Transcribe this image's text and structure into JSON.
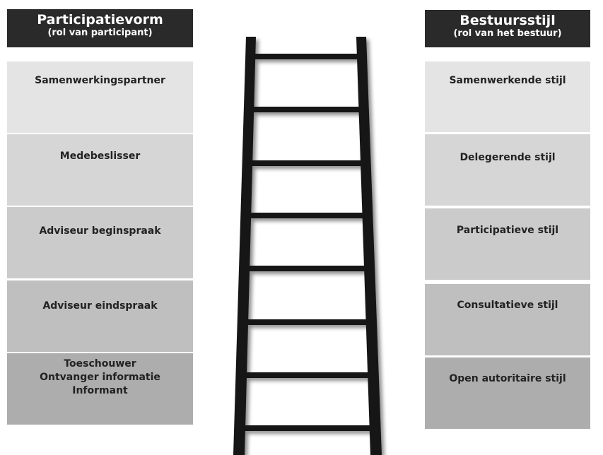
{
  "left_column": {
    "title": "Participatievorm",
    "subtitle": "(rol van participant)",
    "items": [
      {
        "lines": [
          "Samenwerkingspartner"
        ]
      },
      {
        "lines": [
          "Medebeslisser"
        ]
      },
      {
        "lines": [
          "Adviseur beginspraak"
        ]
      },
      {
        "lines": [
          "Adviseur eindspraak"
        ]
      },
      {
        "lines": [
          "Toeschouwer",
          "Ontvanger informatie",
          "Informant"
        ]
      }
    ]
  },
  "right_column": {
    "title": "Bestuursstijl",
    "subtitle": "(rol van het bestuur)",
    "items": [
      {
        "lines": [
          "Samenwerkende stijl"
        ]
      },
      {
        "lines": [
          "Delegerende stijl"
        ]
      },
      {
        "lines": [
          "Participatieve stijl"
        ]
      },
      {
        "lines": [
          "Consultatieve stijl"
        ]
      },
      {
        "lines": [
          "Open autoritaire stijl"
        ]
      }
    ]
  },
  "colors": {
    "header_bg": "#2a2a2a",
    "box_shades": [
      "#e4e4e4",
      "#d6d6d6",
      "#cbcbcb",
      "#bfbfbf",
      "#adadad"
    ],
    "ladder": "#151515"
  }
}
